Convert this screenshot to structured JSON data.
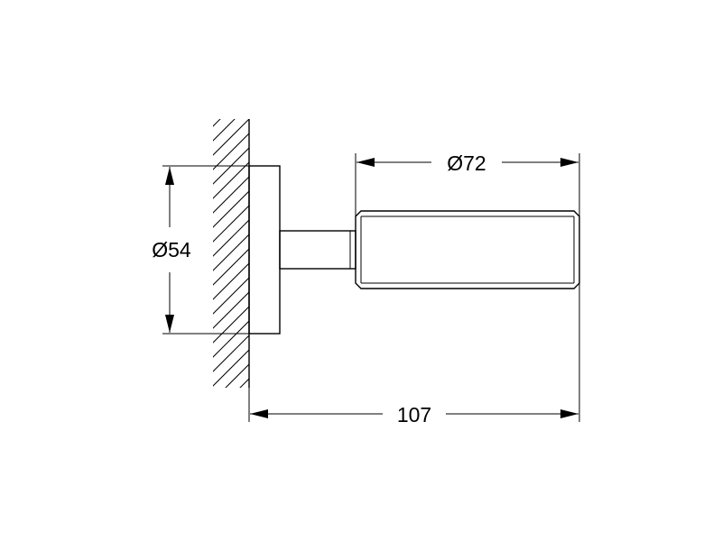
{
  "dimensions": {
    "wall_plate_diameter": "Ø54",
    "holder_diameter": "Ø72",
    "total_projection": "107"
  }
}
